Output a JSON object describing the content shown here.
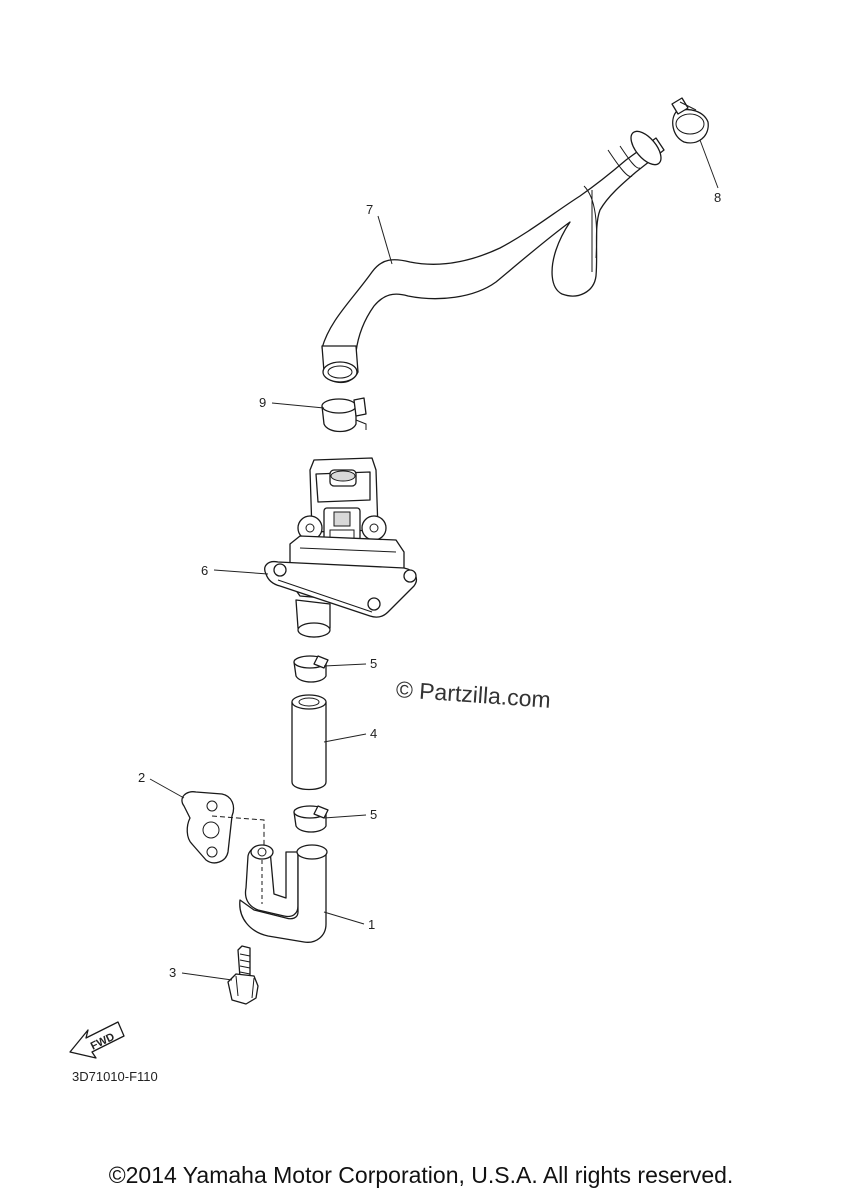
{
  "diagram": {
    "callouts": {
      "p1": "1",
      "p2": "2",
      "p3": "3",
      "p4": "4",
      "p5a": "5",
      "p5b": "5",
      "p6": "6",
      "p7": "7",
      "p8": "8",
      "p9": "9"
    },
    "fwd_label": "FWD",
    "drawing_code": "3D71010-F110",
    "watermark": "© Partzilla.com",
    "copyright": "©2014 Yamaha Motor Corporation, U.S.A. All rights reserved."
  }
}
